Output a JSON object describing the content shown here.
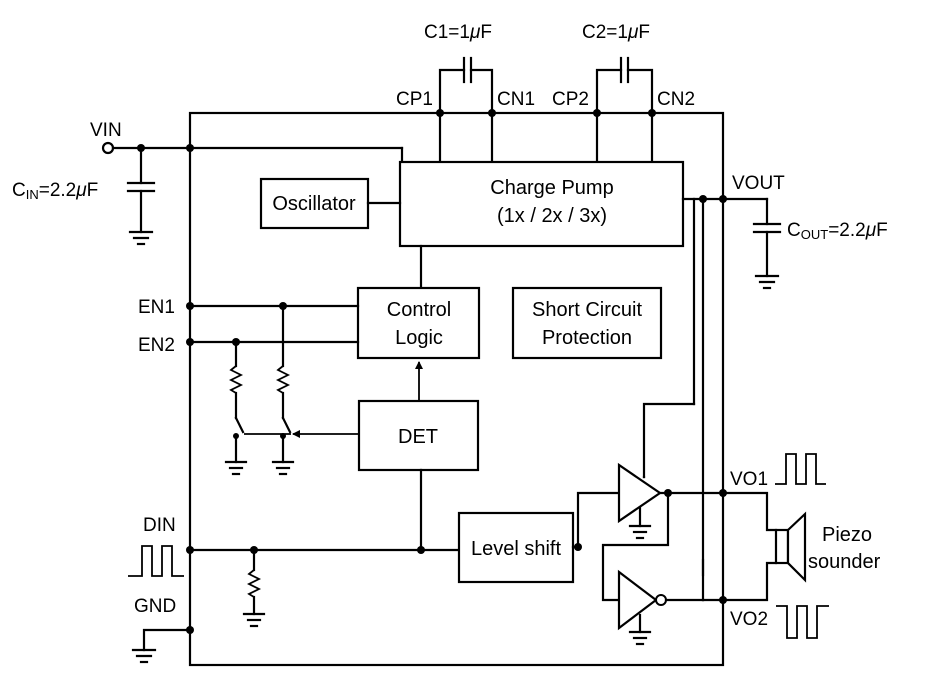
{
  "capacitors": {
    "c1_name": "C1=1",
    "c1_unit": "F",
    "c2_name": "C2=1",
    "c2_unit": "F",
    "cin_prefix": "C",
    "cin_sub": "IN",
    "cin_value": "=2.2",
    "cin_unit": "F",
    "cout_prefix": "C",
    "cout_sub": "OUT",
    "cout_value": "=2.2",
    "cout_unit": "F",
    "mu": "μ"
  },
  "pins": {
    "cp1": "CP1",
    "cn1": "CN1",
    "cp2": "CP2",
    "cn2": "CN2",
    "vin": "VIN",
    "vout": "VOUT",
    "en1": "EN1",
    "en2": "EN2",
    "din": "DIN",
    "gnd": "GND",
    "vo1": "VO1",
    "vo2": "VO2"
  },
  "blocks": {
    "oscillator": "Oscillator",
    "charge_pump_line1": "Charge Pump",
    "charge_pump_line2": "(1x / 2x / 3x)",
    "control_logic_line1": "Control",
    "control_logic_line2": "Logic",
    "scp_line1": "Short Circuit",
    "scp_line2": "Protection",
    "det": "DET",
    "level_shift": "Level shift"
  },
  "load": {
    "line1": "Piezo",
    "line2": "sounder"
  }
}
